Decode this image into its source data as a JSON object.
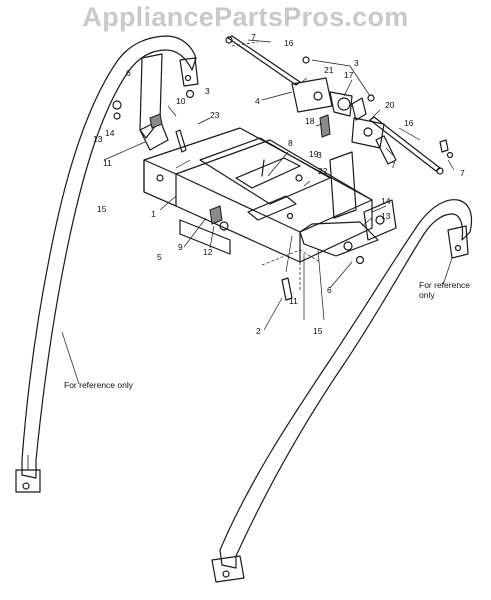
{
  "watermark": "AppliancePartsPros.com",
  "callouts": [
    "1",
    "2",
    "3",
    "3",
    "3",
    "4",
    "5",
    "6",
    "6",
    "7",
    "7",
    "7",
    "8",
    "9",
    "10",
    "11",
    "11",
    "12",
    "13",
    "13",
    "14",
    "14",
    "15",
    "15",
    "16",
    "16",
    "17",
    "18",
    "19",
    "20",
    "21",
    "22",
    "23"
  ],
  "notes": {
    "left_line1": "For reference only",
    "right_line1": "For reference",
    "right_line2": "only"
  }
}
